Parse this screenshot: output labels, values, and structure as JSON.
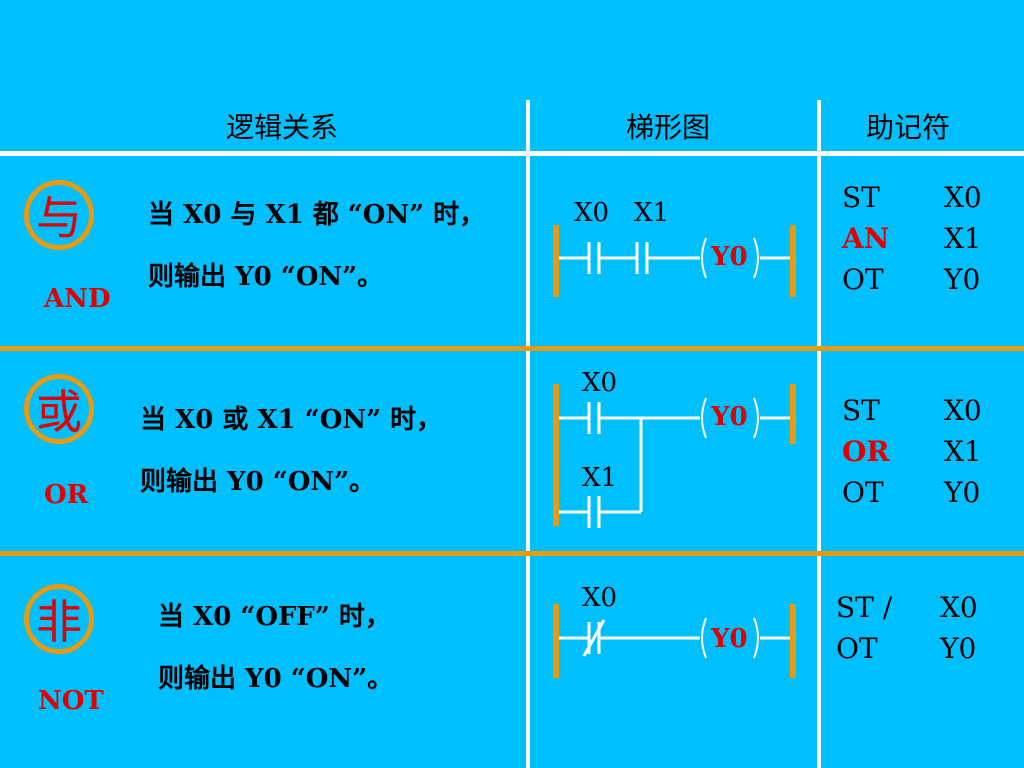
{
  "header": {
    "logic": "逻辑关系",
    "ladder": "梯形图",
    "mnemonic": "助记符"
  },
  "rows": [
    {
      "symbol": "与",
      "english": "AND",
      "desc_line1": "当 X0 与 X1 都 “ON” 时，",
      "desc_line2": "则输出 Y0 “ON”。",
      "contacts": [
        "X0",
        "X1"
      ],
      "coil": "Y0",
      "mnemonic": [
        {
          "op": "ST",
          "arg": "X0"
        },
        {
          "op": "AN",
          "arg": "X1"
        },
        {
          "op": "OT",
          "arg": "Y0"
        }
      ]
    },
    {
      "symbol": "或",
      "english": "OR",
      "desc_line1": "当 X0 或 X1 “ON” 时，",
      "desc_line2": "则输出 Y0 “ON”。",
      "contacts": [
        "X0",
        "X1"
      ],
      "coil": "Y0",
      "mnemonic": [
        {
          "op": "ST",
          "arg": "X0"
        },
        {
          "op": "OR",
          "arg": "X1"
        },
        {
          "op": "OT",
          "arg": "Y0"
        }
      ]
    },
    {
      "symbol": "非",
      "english": "NOT",
      "desc_line1": "当 X0 “OFF” 时，",
      "desc_line2": "则输出 Y0 “ON”。",
      "contacts": [
        "X0"
      ],
      "coil": "Y0",
      "mnemonic": [
        {
          "op": "ST /",
          "arg": "X0"
        },
        {
          "op": "OT",
          "arg": "Y0"
        }
      ]
    }
  ],
  "colors": {
    "background": "#00BFFF",
    "accent": "#E89A10",
    "highlight": "#E00000"
  }
}
